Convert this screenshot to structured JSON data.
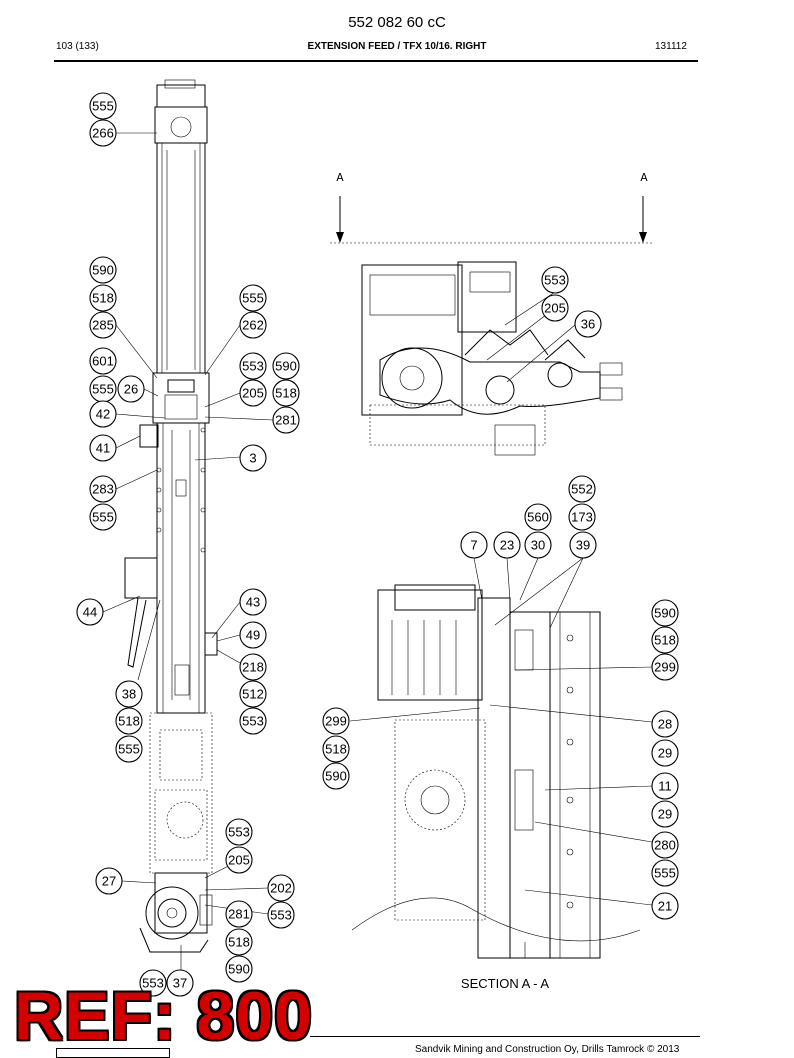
{
  "header": {
    "doc_number": "552 082 60 cC",
    "page": "103 (133)",
    "title": "EXTENSION FEED / TFX 10/16. RIGHT",
    "code": "131112"
  },
  "section_markers": [
    "A",
    "A"
  ],
  "section_label": "SECTION A - A",
  "callouts_left": [
    "555",
    "266",
    "590",
    "518",
    "555",
    "285",
    "262",
    "601",
    "553",
    "590",
    "555",
    "26",
    "205",
    "518",
    "42",
    "281",
    "41",
    "3",
    "283",
    "555",
    "44",
    "43",
    "49",
    "218",
    "38",
    "512",
    "518",
    "553",
    "555",
    "553",
    "205",
    "27",
    "202",
    "281",
    "553",
    "518",
    "590",
    "553",
    "37"
  ],
  "callouts_top_right": [
    "553",
    "205",
    "36"
  ],
  "callouts_section": [
    "552",
    "560",
    "173",
    "7",
    "23",
    "30",
    "39",
    "590",
    "518",
    "299",
    "299",
    "28",
    "518",
    "29",
    "590",
    "11",
    "29",
    "280",
    "555",
    "21"
  ],
  "ref_stamp": "REF: 800",
  "footer": {
    "copyright": "Sandvik Mining and Construction Oy, Drills Tamrock © 2013"
  }
}
